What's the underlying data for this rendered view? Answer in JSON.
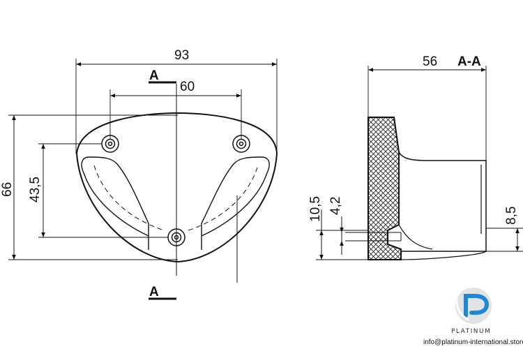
{
  "front_view": {
    "dimensions": {
      "overall_width": "93",
      "hole_spacing": "60",
      "overall_height": "66",
      "hole_height": "43,5"
    },
    "section_marker_top": "A",
    "section_marker_bottom": "A"
  },
  "section_view": {
    "title": "A-A",
    "dimensions": {
      "depth": "56",
      "d_10_5": "10,5",
      "d_4_2": "4,2",
      "d_8_5": "8,5"
    }
  },
  "watermark": {
    "brand": "PLATINUM",
    "email": "info@platinum-international.store",
    "colors": {
      "blue": "#1e88d8",
      "gray": "#cfcfcf"
    }
  }
}
